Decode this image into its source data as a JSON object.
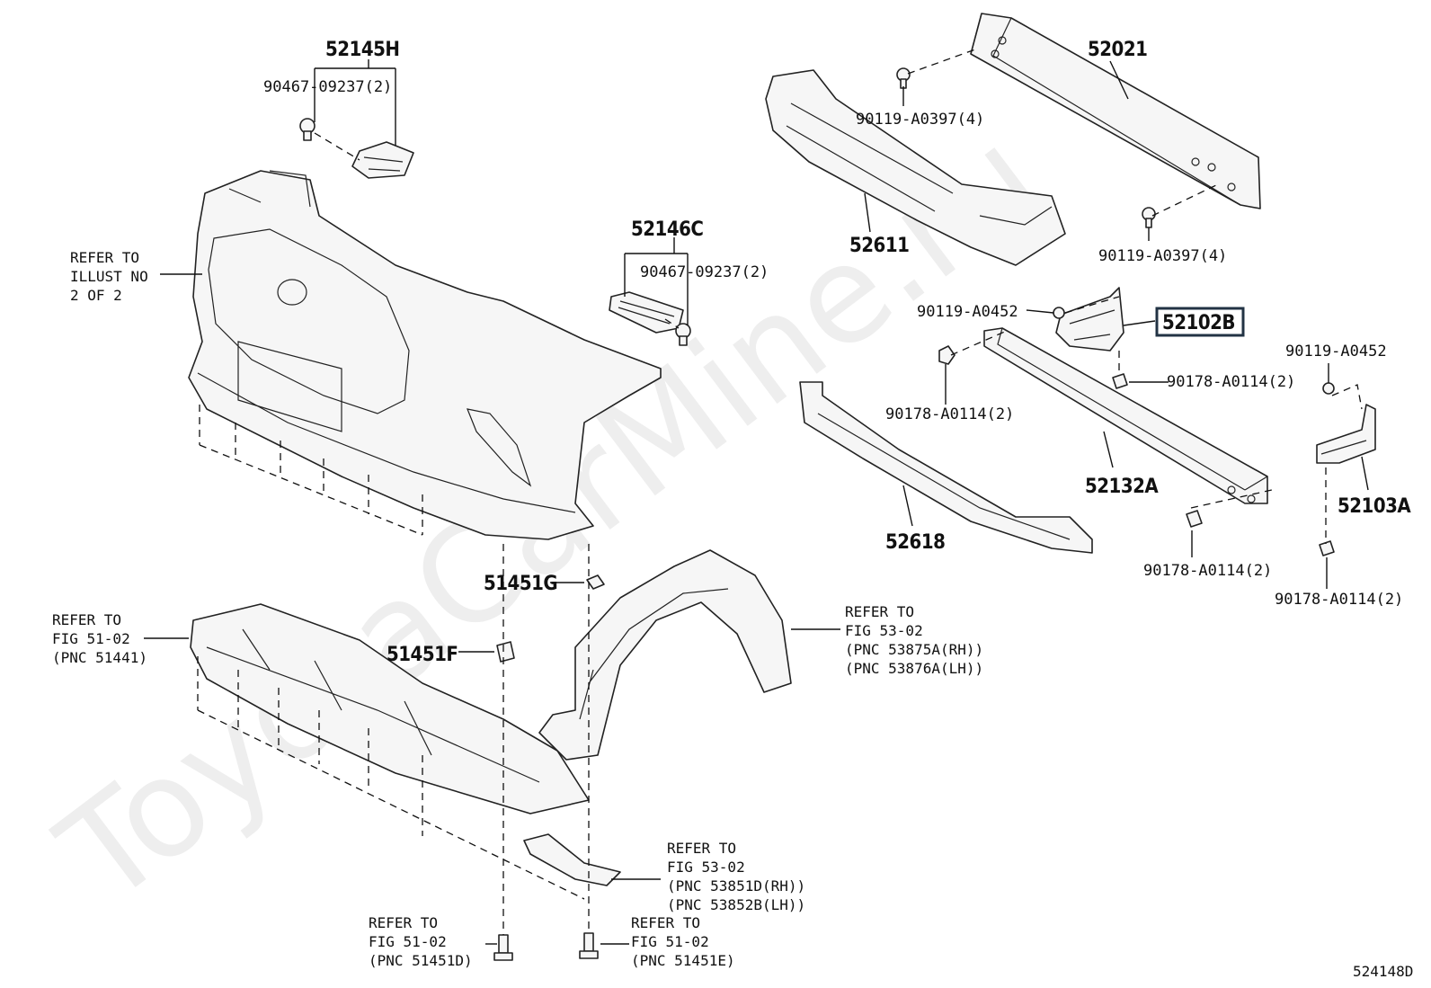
{
  "diagram_code": "524148D",
  "watermark": "ToyotaCarMine.ru",
  "highlighted_part": "52102B",
  "parts": {
    "p52145H": "52145H",
    "p90467a": "90467-09237(2)",
    "p52146C": "52146C",
    "p90467b": "90467-09237(2)",
    "p52021": "52021",
    "p90119_0397a": "90119-A0397(4)",
    "p90119_0397b": "90119-A0397(4)",
    "p52611": "52611",
    "p90119_0452a": "90119-A0452",
    "p52102B": "52102B",
    "p90178a": "90178-A0114(2)",
    "p90178b": "90178-A0114(2)",
    "p90119_0452b": "90119-A0452",
    "p52132A": "52132A",
    "p52103A": "52103A",
    "p52618": "52618",
    "p90178c": "90178-A0114(2)",
    "p90178d": "90178-A0114(2)",
    "p51451G": "51451G",
    "p51451F": "51451F"
  },
  "notes": {
    "illust": [
      "REFER TO",
      "ILLUST NO",
      "2 OF 2"
    ],
    "fig5102a": [
      "REFER TO",
      "FIG 51-02",
      "(PNC 51441)"
    ],
    "fig5302a": [
      "REFER TO",
      "FIG 53-02",
      "(PNC 53875A(RH))",
      "(PNC 53876A(LH))"
    ],
    "fig5302b": [
      "REFER TO",
      "FIG 53-02",
      "(PNC 53851D(RH))",
      "(PNC 53852B(LH))"
    ],
    "fig5102b": [
      "REFER TO",
      "FIG 51-02",
      "(PNC 51451D)"
    ],
    "fig5102c": [
      "REFER TO",
      "FIG 51-02",
      "(PNC 51451E)"
    ]
  }
}
